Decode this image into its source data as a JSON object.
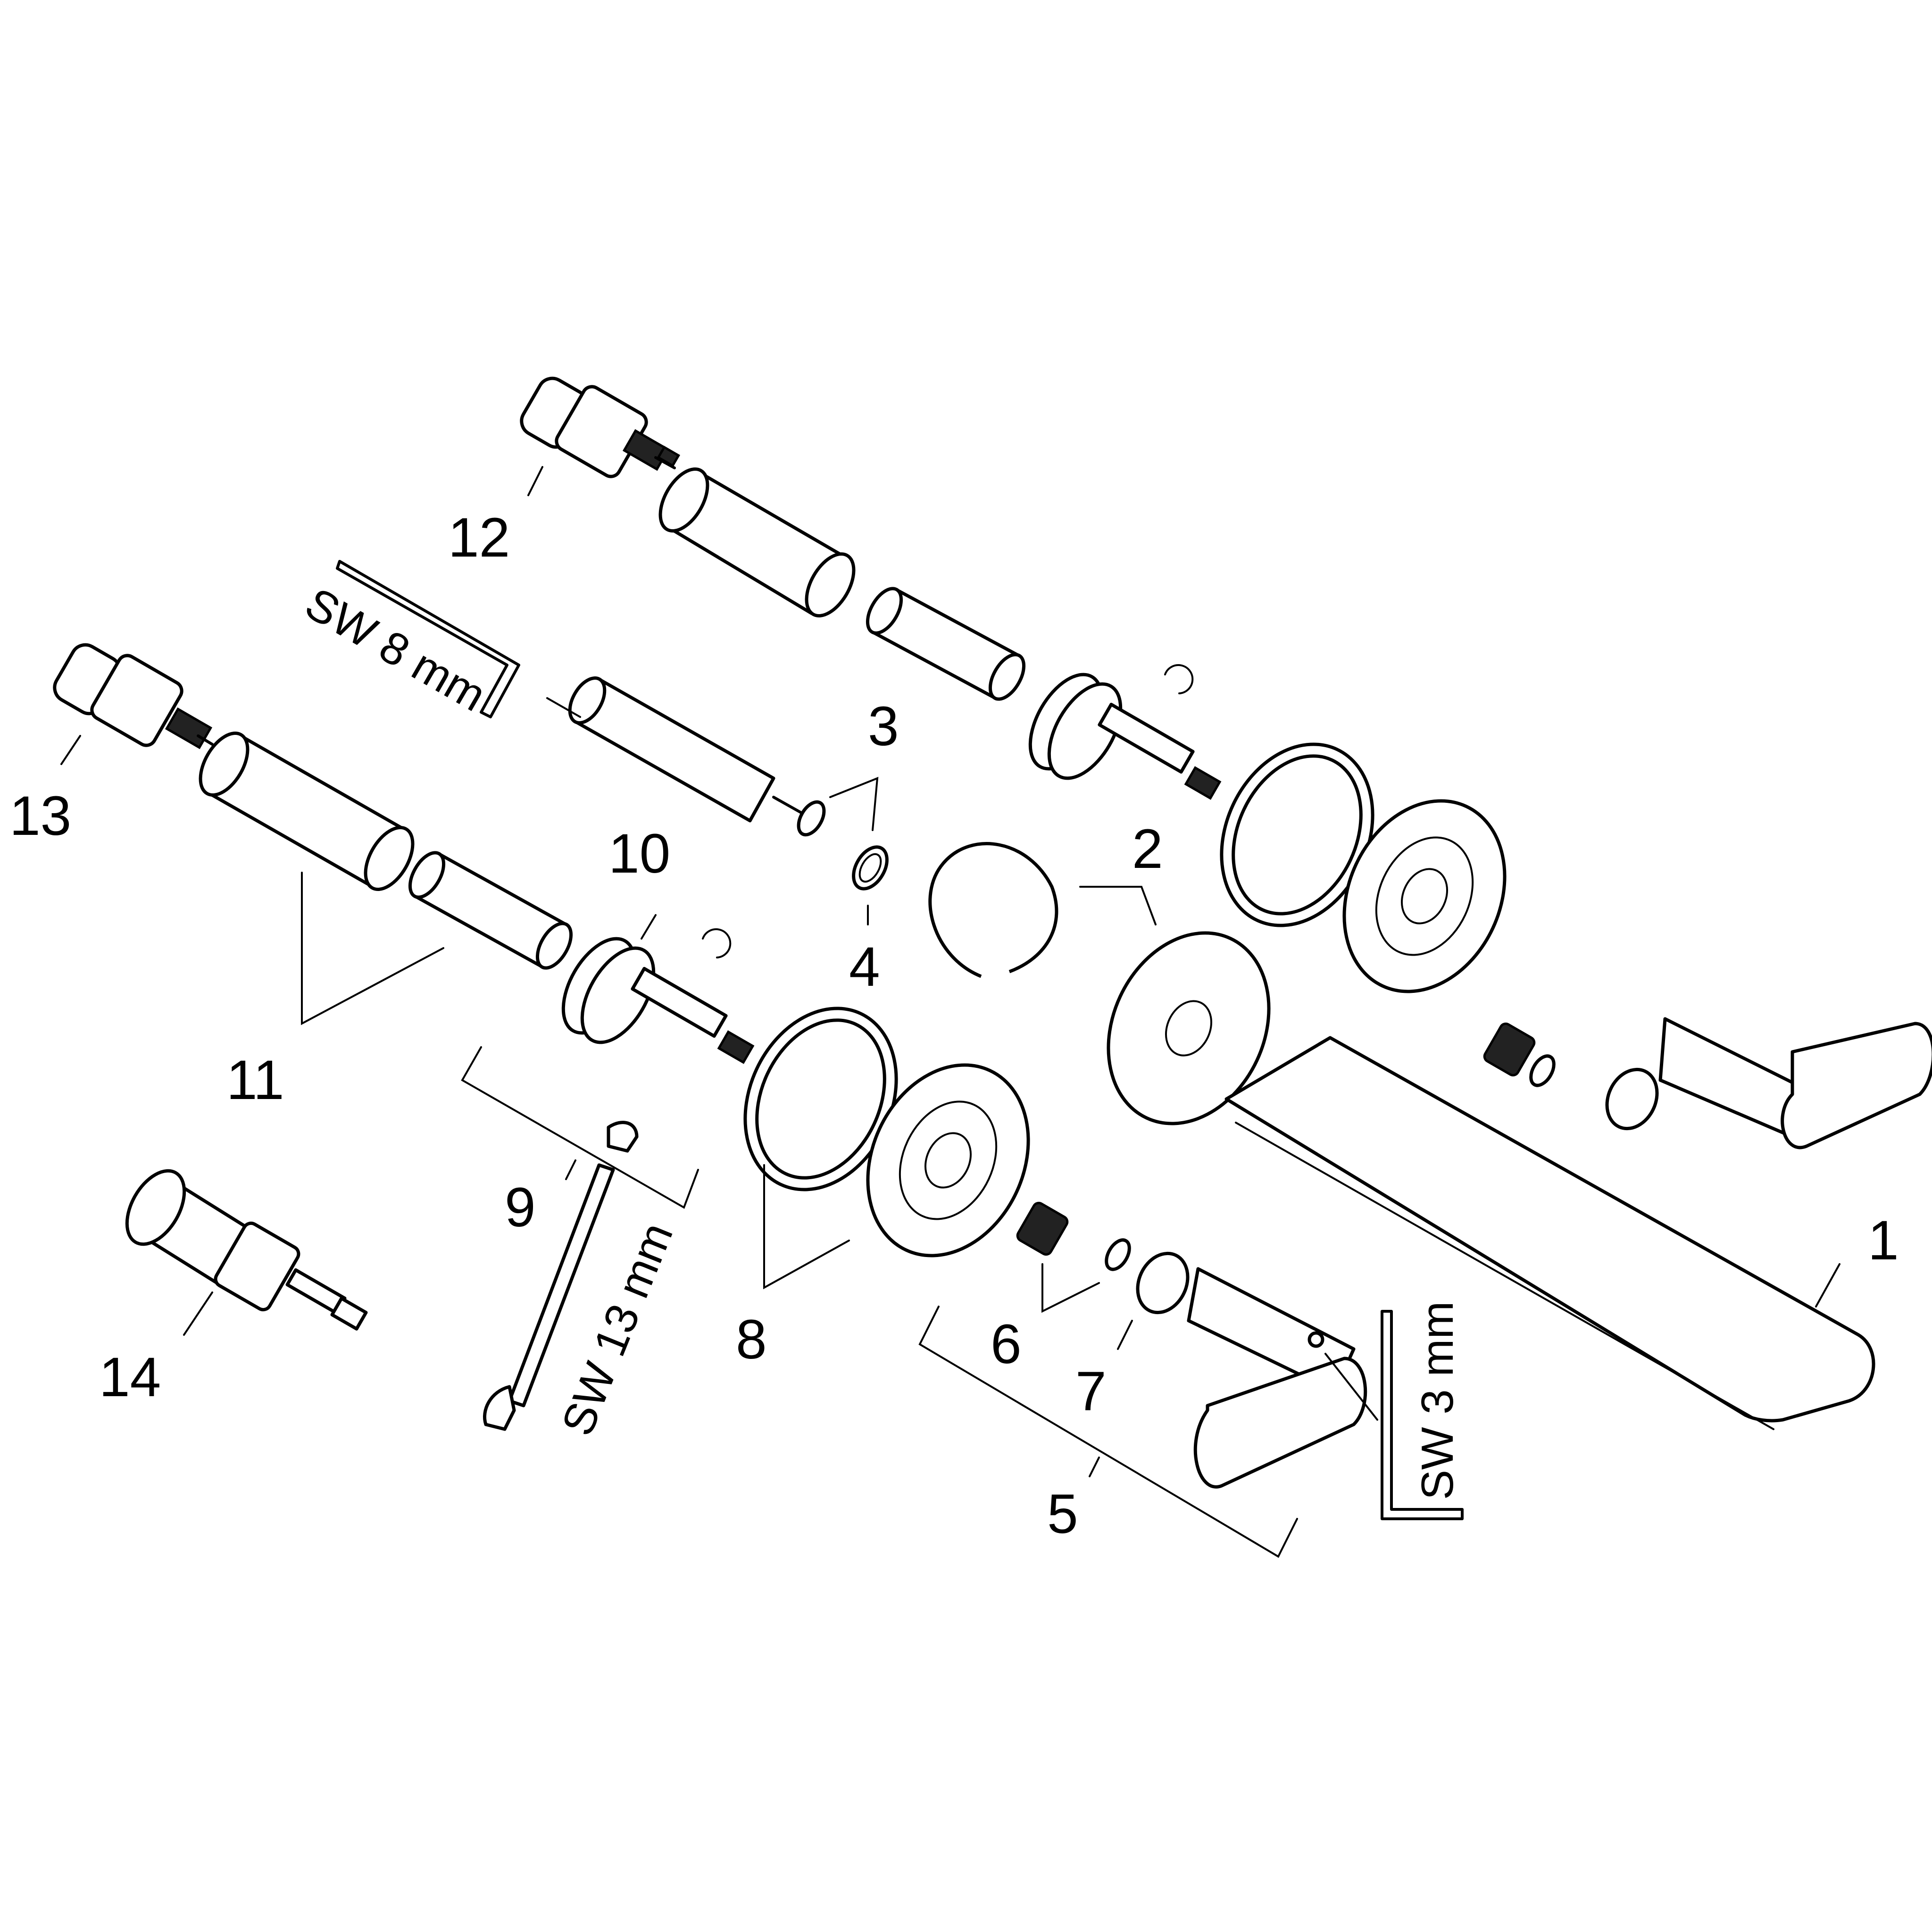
{
  "callouts": [
    "1",
    "2",
    "3",
    "4",
    "5",
    "6",
    "7",
    "8",
    "9",
    "10",
    "11",
    "12",
    "13",
    "14"
  ],
  "tools": {
    "hex_key_8": "SW 8 mm",
    "wrench_13": "SW 13 mm",
    "hex_key_3": "SW 3 mm"
  }
}
